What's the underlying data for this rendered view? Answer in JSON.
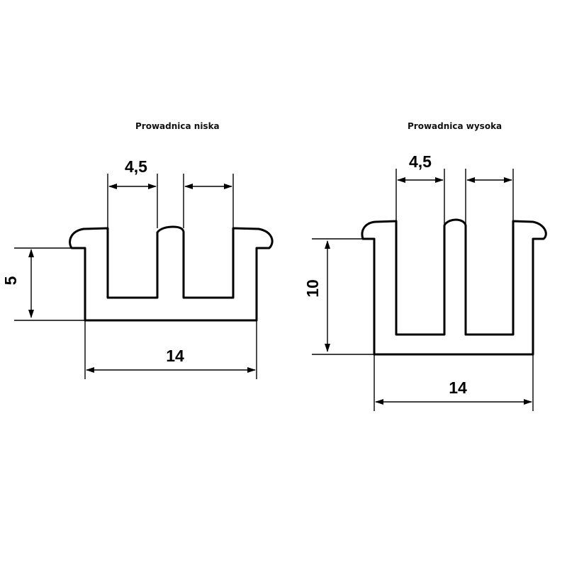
{
  "left_profile": {
    "title": "Prowadnica niska",
    "slot_width_label": "4,5",
    "height_label": "5",
    "width_label": "14"
  },
  "right_profile": {
    "title": "Prowadnica wysoka",
    "slot_width_label": "4,5",
    "height_label": "10",
    "width_label": "14"
  }
}
